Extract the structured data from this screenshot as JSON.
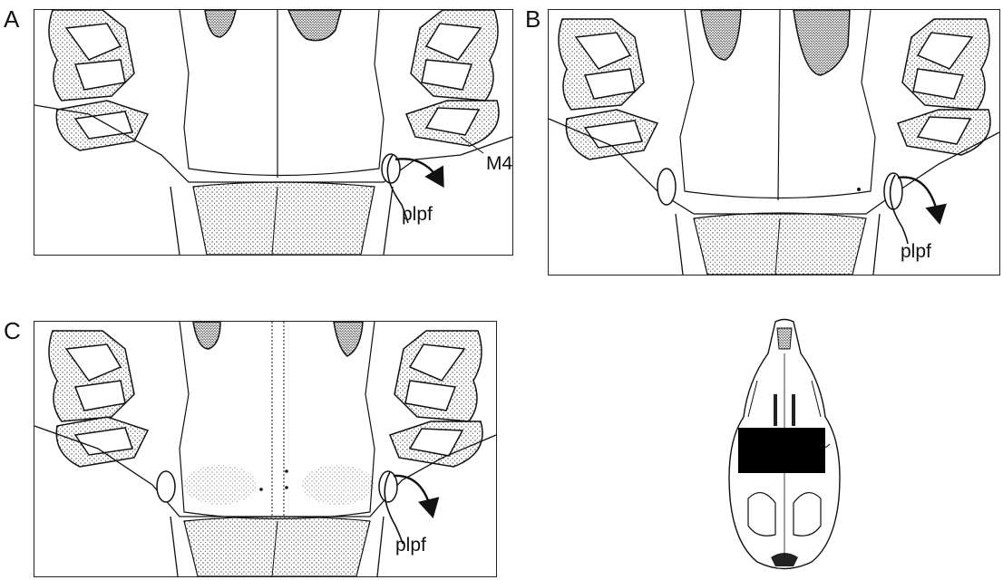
{
  "panels": {
    "a": {
      "letter": "A",
      "label": "plpf",
      "tooth_label": "M4"
    },
    "b": {
      "letter": "B",
      "label": "plpf"
    },
    "c": {
      "letter": "C",
      "label": "plpf"
    }
  },
  "overview": {
    "marker_color": "#000000"
  },
  "colors": {
    "line": "#111111",
    "stipple": "#555555",
    "dark": "#2b2b2b"
  }
}
